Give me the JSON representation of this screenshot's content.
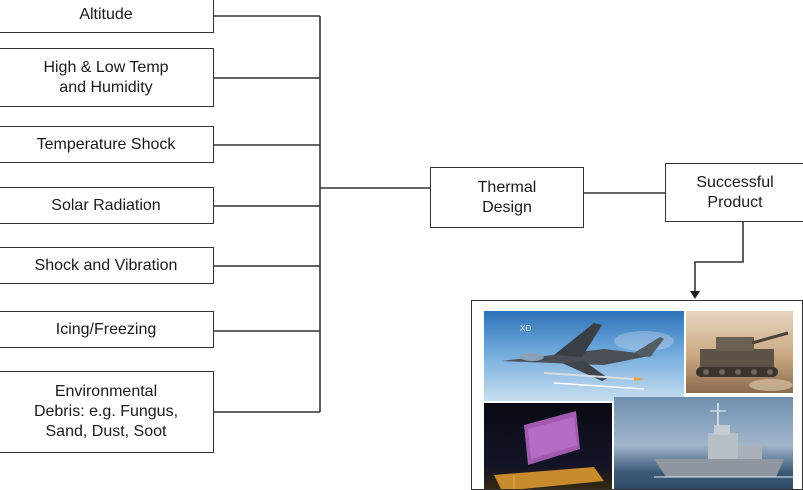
{
  "factors": [
    "Altitude",
    "High & Low Temp\nand Humidity",
    "Temperature Shock",
    "Solar Radiation",
    "Shock and Vibration",
    "Icing/Freezing",
    "Environmental\nDebris: e.g. Fungus,\nSand, Dust, Soot"
  ],
  "thermal_design": "Thermal\nDesign",
  "successful_product": "Successful\nProduct",
  "photos": {
    "jet_marking": "XD"
  }
}
